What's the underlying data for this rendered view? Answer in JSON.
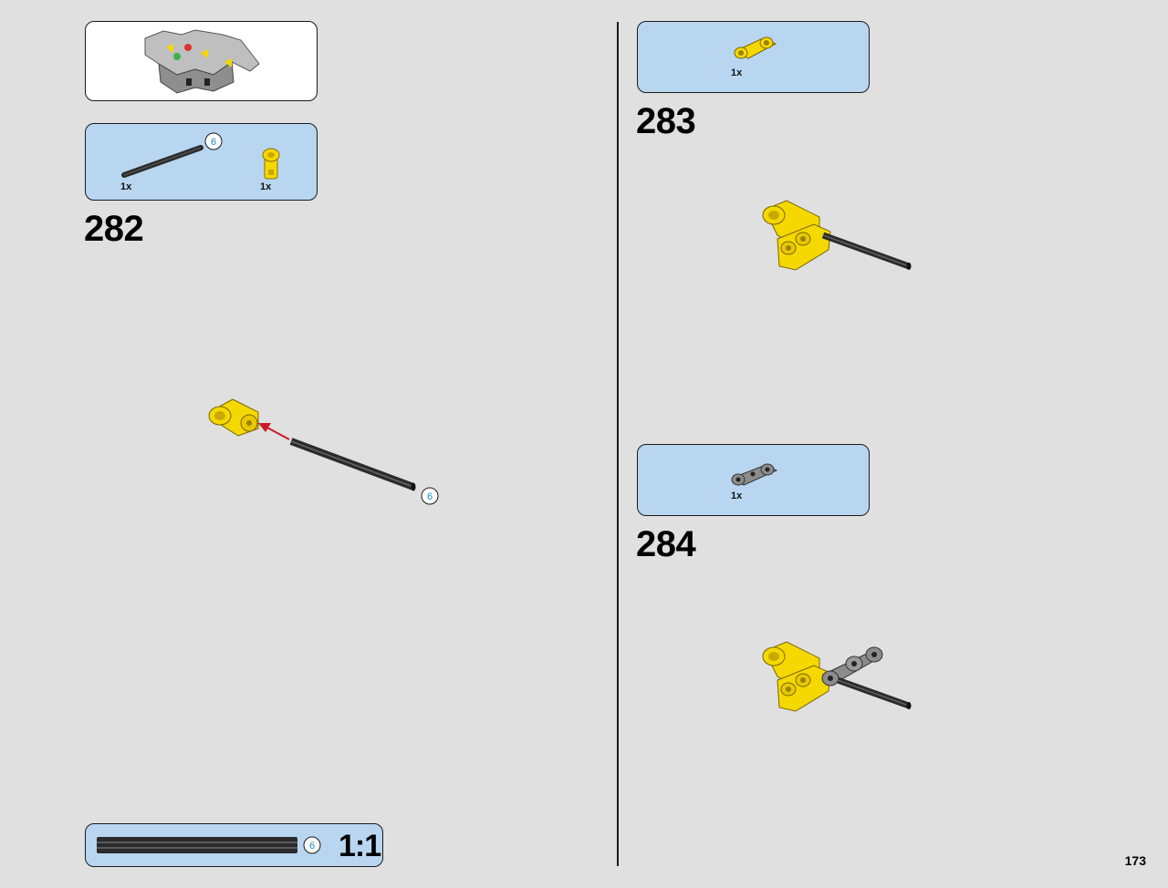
{
  "page": {
    "number": "173"
  },
  "left": {
    "subassembly": {},
    "parts": [
      {
        "qty": "1x",
        "icon": "axle-6-part",
        "length": "6"
      },
      {
        "qty": "1x",
        "icon": "yellow-connector-part"
      }
    ],
    "step": "282",
    "callout": {
      "length": "6"
    }
  },
  "right": {
    "step283": {
      "step": "283",
      "part": {
        "qty": "1x",
        "icon": "yellow-beam-part"
      }
    },
    "step284": {
      "step": "284",
      "part": {
        "qty": "1x",
        "icon": "grey-beam-part"
      }
    }
  },
  "scale_box": {
    "length": "6",
    "label": "1:1"
  },
  "colors": {
    "yellow": "#f5d800",
    "axle": "#2b2b2b",
    "grey": "#8c8c8c",
    "arrow": "#cc1a2a",
    "badge": "#1a8fb8",
    "box_blue": "#b9d6f0"
  }
}
